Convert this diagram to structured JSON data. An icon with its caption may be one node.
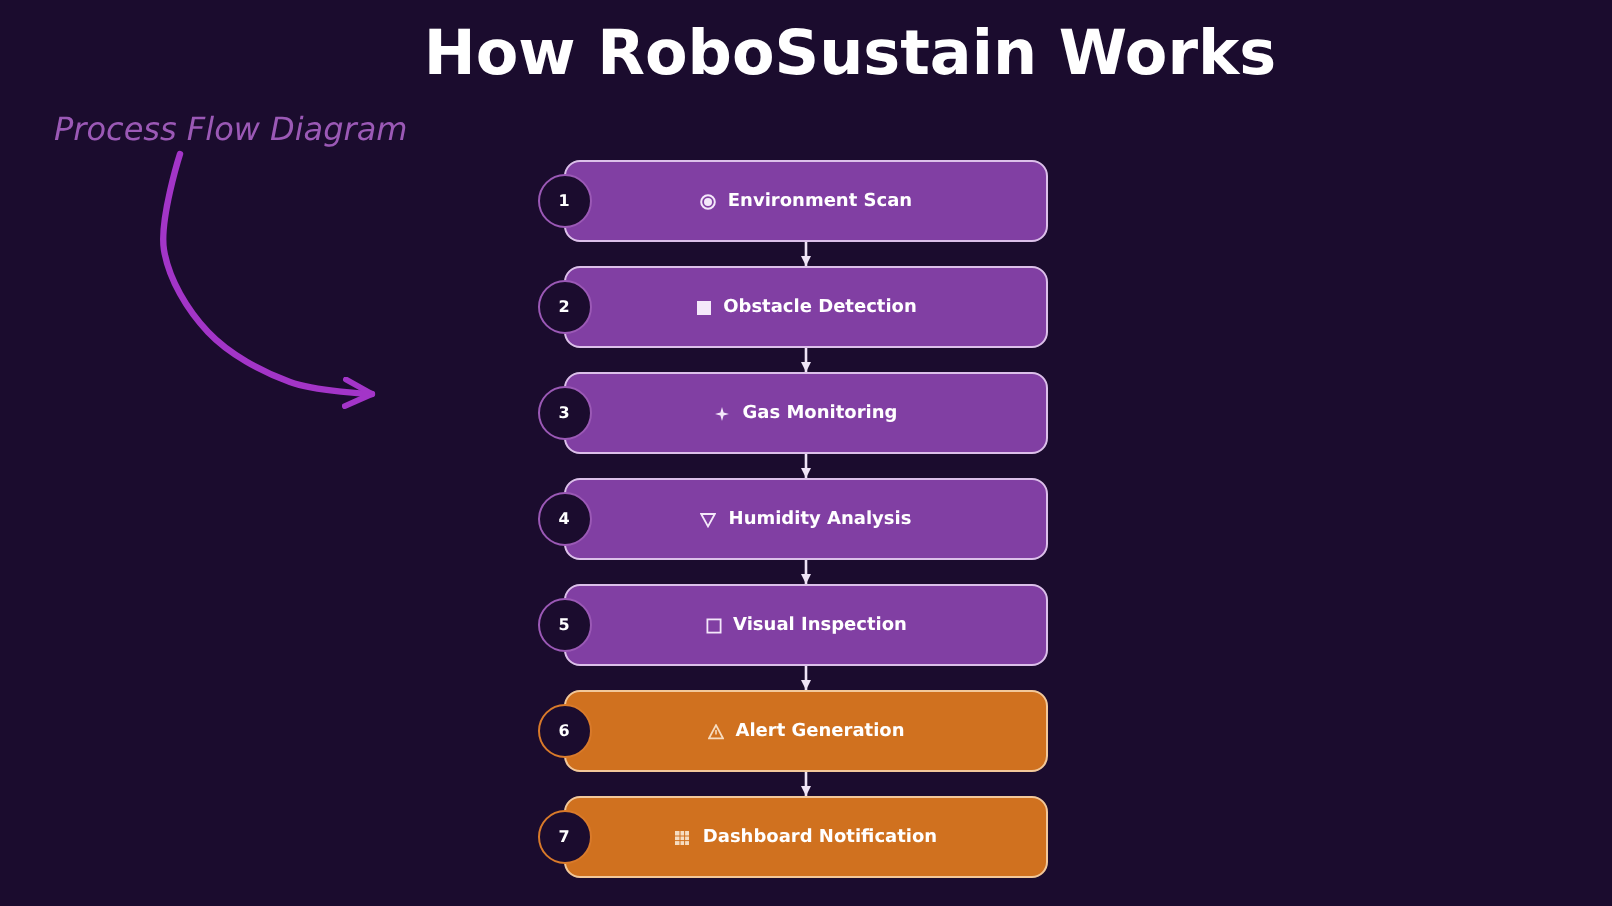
{
  "diagram": {
    "title": "How RoboSustain Works",
    "nodes": [
      {
        "text": [
          "Process Flow Diagram"
        ]
      },
      {
        "text": [
          "1"
        ]
      },
      {
        "text": [
          "Environment Scan"
        ]
      },
      {
        "text": [
          "2"
        ]
      },
      {
        "text": [
          "Obstacle Detection"
        ]
      },
      {
        "text": [
          "3"
        ]
      },
      {
        "text": [
          "Gas Monitoring"
        ]
      },
      {
        "text": [
          "4"
        ]
      },
      {
        "text": [
          "Humidity Analysis"
        ]
      },
      {
        "text": [
          "5"
        ]
      },
      {
        "text": [
          "Visual Inspection"
        ]
      },
      {
        "text": [
          "6"
        ]
      },
      {
        "text": [
          "Alert Generation"
        ]
      },
      {
        "text": [
          "7"
        ]
      },
      {
        "text": [
          "Dashboard Notification"
        ]
      }
    ],
    "edges": [
      {
        "from": 0,
        "to": null,
        "arrow": "to",
        "style": "thick",
        "color": "#a335c8"
      },
      {
        "from": 2,
        "to": 4,
        "arrow": "to"
      },
      {
        "from": 4,
        "to": 6,
        "arrow": "to"
      },
      {
        "from": 6,
        "to": 8,
        "arrow": "to"
      },
      {
        "from": 8,
        "to": 10,
        "arrow": "to"
      },
      {
        "from": 10,
        "to": 12,
        "arrow": "to"
      },
      {
        "from": 12,
        "to": 14,
        "arrow": "to"
      }
    ]
  }
}
